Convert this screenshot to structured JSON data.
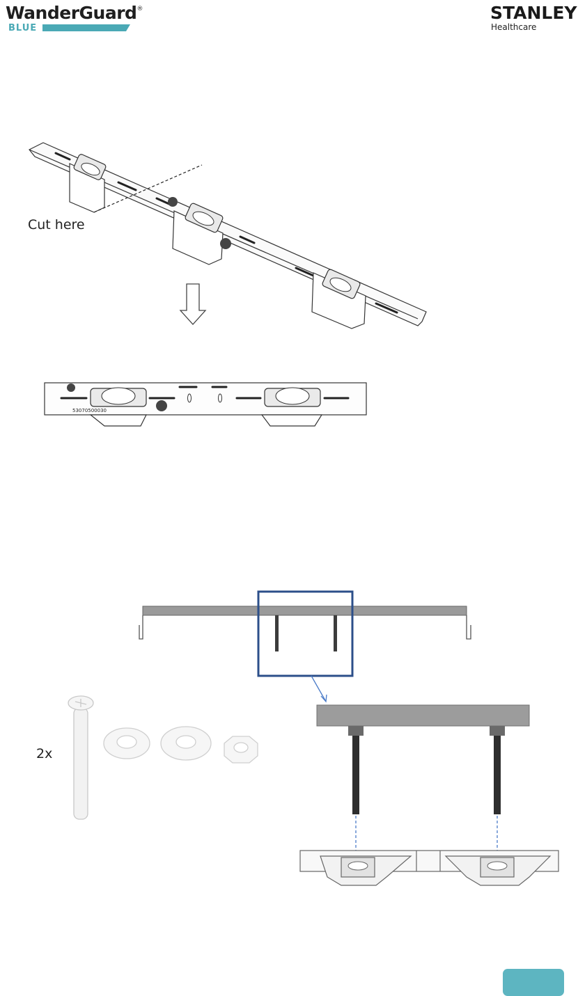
{
  "header": {
    "brand_name": "WanderGuard",
    "brand_mark": "®",
    "brand_sub": "BLUE",
    "partner_name": "STANLEY",
    "partner_sub": "Healthcare"
  },
  "figure_top": {
    "cut_label": "Cut here",
    "bracket_part_number": "53070500030"
  },
  "figure_bottom": {
    "quantity_label": "2x"
  },
  "colors": {
    "brand_teal": "#4aa9b5",
    "tab_teal": "#5db5c1",
    "callout_blue": "#2c4f8a",
    "rail_gray": "#9a9a9a"
  }
}
